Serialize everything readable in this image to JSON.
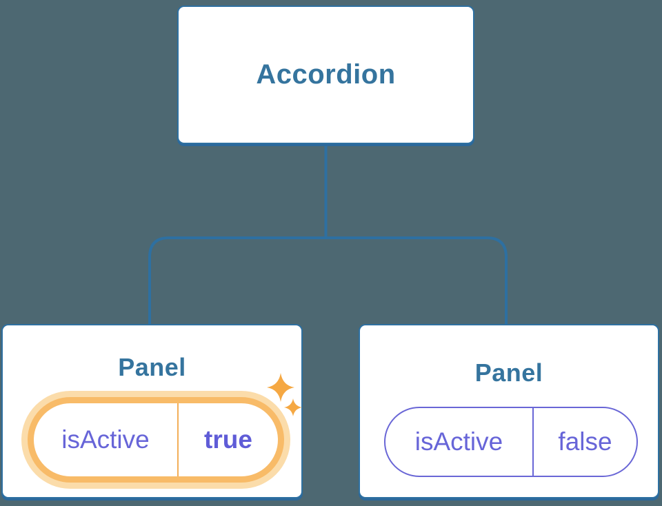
{
  "diagram": {
    "description": "Component tree diagram: parent component with two children holding independent state",
    "root": {
      "label": "Accordion"
    },
    "panels": [
      {
        "title": "Panel",
        "state": {
          "key": "isActive",
          "value": "true",
          "highlighted": true
        }
      },
      {
        "title": "Panel",
        "state": {
          "key": "isActive",
          "value": "false",
          "highlighted": false
        }
      }
    ],
    "icons": [
      "sparkles-icon"
    ],
    "colors": {
      "background": "#4d6872",
      "node_fill": "#ffffff",
      "node_border": "#2e70a1",
      "node_border_bottom": "#2b689b",
      "node_label_text": "#35749e",
      "connector_line": "#2e70a1",
      "state_text_purple": "#6765d8",
      "state_border_purple": "#6966d6",
      "highlight_ring_orange": "#f8bb68",
      "highlight_glow_orange": "#fbdcaa",
      "highlight_divider_orange": "#f3ae58",
      "sparkle_orange": "#f5a843"
    }
  }
}
